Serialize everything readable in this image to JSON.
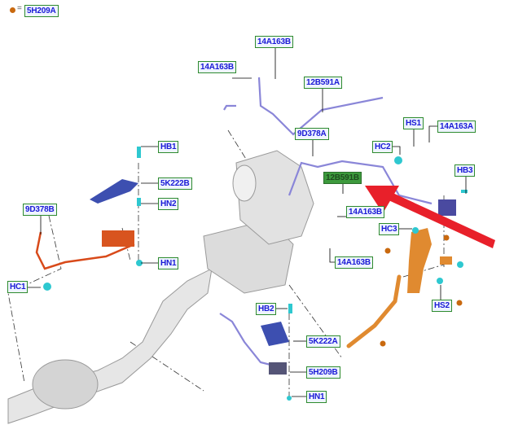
{
  "legend": {
    "symbol": "=",
    "part": "5H209A",
    "dot_color": "#c9690f"
  },
  "labels": [
    {
      "id": "14A163B-top",
      "text": "14A163B"
    },
    {
      "id": "14A163B-left",
      "text": "14A163B"
    },
    {
      "id": "12B591A",
      "text": "12B591A"
    },
    {
      "id": "9D378A",
      "text": "9D378A"
    },
    {
      "id": "HS1",
      "text": "HS1"
    },
    {
      "id": "14A163A",
      "text": "14A163A"
    },
    {
      "id": "HC2",
      "text": "HC2"
    },
    {
      "id": "HB1",
      "text": "HB1"
    },
    {
      "id": "HB3",
      "text": "HB3"
    },
    {
      "id": "12B591B",
      "text": "12B591B"
    },
    {
      "id": "5K222B",
      "text": "5K222B"
    },
    {
      "id": "HN2",
      "text": "HN2"
    },
    {
      "id": "9D378B",
      "text": "9D378B"
    },
    {
      "id": "14A163B-mid",
      "text": "14A163B"
    },
    {
      "id": "HC3",
      "text": "HC3"
    },
    {
      "id": "14A163B-low",
      "text": "14A163B"
    },
    {
      "id": "HN1-left",
      "text": "HN1"
    },
    {
      "id": "HC1",
      "text": "HC1"
    },
    {
      "id": "HS2",
      "text": "HS2"
    },
    {
      "id": "HB2",
      "text": "HB2"
    },
    {
      "id": "5K222A",
      "text": "5K222A"
    },
    {
      "id": "5H209B",
      "text": "5H209B"
    },
    {
      "id": "HN1-bottom",
      "text": "HN1"
    }
  ],
  "colors": {
    "label_border": "#2e8b2e",
    "label_text": "#1a1ad6",
    "arrow": "#e8202a",
    "wire": "#8a86d8",
    "orange": "#e08a30",
    "red_harness": "#d84a1a",
    "cyan": "#2ec8d0"
  }
}
